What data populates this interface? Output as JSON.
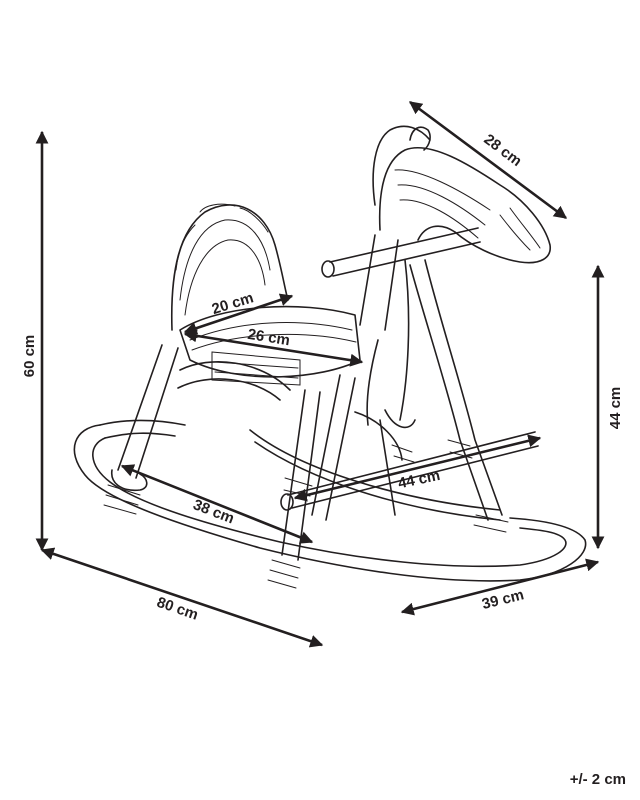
{
  "dimensions": {
    "height_total": "60 cm",
    "length_base": "80 cm",
    "depth_base": "39 cm",
    "head_length": "28 cm",
    "handle_height": "44 cm",
    "seat_depth": "20 cm",
    "seat_width": "26 cm",
    "footrest_span": "38 cm",
    "footrest_width": "44 cm"
  },
  "tolerance": "+/- 2 cm"
}
